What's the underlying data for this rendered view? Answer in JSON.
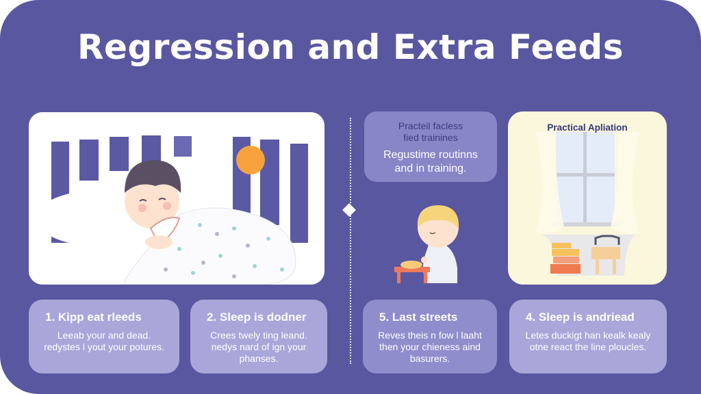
{
  "title": "Regression and Extra Feeds",
  "colors": {
    "background": "#5a57a1",
    "card_light": "#a9a6d9",
    "card_mid": "#8886c6",
    "app_card_bg": "#fbf7dc",
    "sun": "#f7a23c",
    "moon": "#f0b33a"
  },
  "illustrations": {
    "left_scene": "sleeping-child-in-crib",
    "middle_scene": "toddler-at-small-table",
    "right_scene": "window-with-curtains-books-stool"
  },
  "mid_card": {
    "subtitle_line1": "Practeil facless",
    "subtitle_line2": "fied trainines",
    "main_line1": "Regustime routinns",
    "main_line2": "and in training."
  },
  "app_card": {
    "caption": "Practical Apliation"
  },
  "cards": [
    {
      "heading": "1. Kipp eat rleeds",
      "body": "Leeab your and dead. redystes l yout your potures."
    },
    {
      "heading": "2. Sleep is dodner",
      "body": "Crees twely ting leand. nedys nard of ign your phanses."
    },
    {
      "heading": "5. Last streets",
      "body": "Reves theis n fow l laaht then your chieness aind basurers."
    },
    {
      "heading": "4. Sleep is andriead",
      "body": "Letes duckigt han kealk kealy otne react the line ploucles."
    }
  ]
}
